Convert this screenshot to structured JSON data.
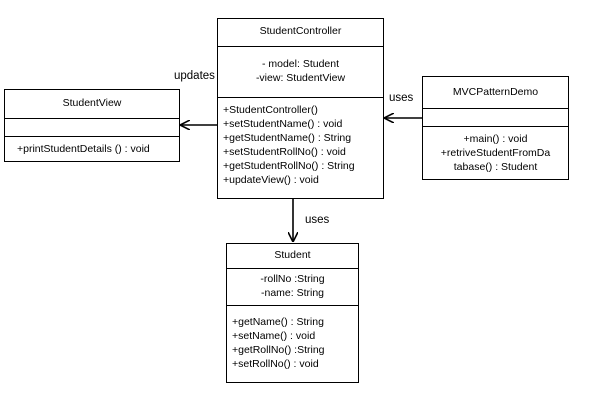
{
  "classes": {
    "student_controller": {
      "name": "StudentController",
      "attributes": [
        "- model: Student",
        "-view: StudentView"
      ],
      "methods": [
        "+StudentController()",
        "+setStudentName()  : void",
        "+getStudentName()  : String",
        "+setStudentRollNo()  : void",
        "+getStudentRollNo()  : String",
        "+updateView()  : void"
      ]
    },
    "student_view": {
      "name": "StudentView",
      "attributes": [],
      "methods": [
        "+printStudentDetails  () : void"
      ]
    },
    "mvc_pattern_demo": {
      "name": "MVCPatternDemo",
      "attributes": [],
      "methods": [
        "+main()  : void",
        "+retriveStudentFromDa",
        "tabase() : Student"
      ]
    },
    "student": {
      "name": "Student",
      "attributes": [
        "-rollNo  :String",
        "-name: String"
      ],
      "methods": [
        "+getName() : String",
        "+setName()  : void",
        "+getRollNo()  :String",
        "+setRollNo()  : void"
      ]
    }
  },
  "relations": {
    "updates_label": "updates",
    "uses_demo_label": "uses",
    "uses_model_label": "uses"
  }
}
